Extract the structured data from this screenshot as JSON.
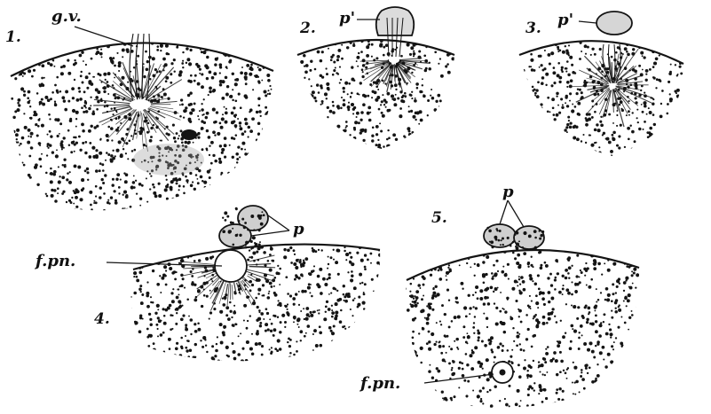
{
  "plate": {
    "colors": {
      "ink": "#141414",
      "paper": "#ffffff"
    },
    "figures": [
      {
        "id": "fig1",
        "number": "1.",
        "labels": {
          "germinal_vesicle": "g.v."
        }
      },
      {
        "id": "fig2",
        "number": "2.",
        "labels": {
          "polar_body": "p'"
        }
      },
      {
        "id": "fig3",
        "number": "3.",
        "labels": {
          "polar_body": "p'"
        }
      },
      {
        "id": "fig4",
        "number": "4.",
        "labels": {
          "polar_bodies": "p",
          "female_pronucleus": "f.pn."
        }
      },
      {
        "id": "fig5",
        "number": "5.",
        "labels": {
          "polar_bodies": "p",
          "female_pronucleus": "f.pn."
        }
      }
    ]
  }
}
